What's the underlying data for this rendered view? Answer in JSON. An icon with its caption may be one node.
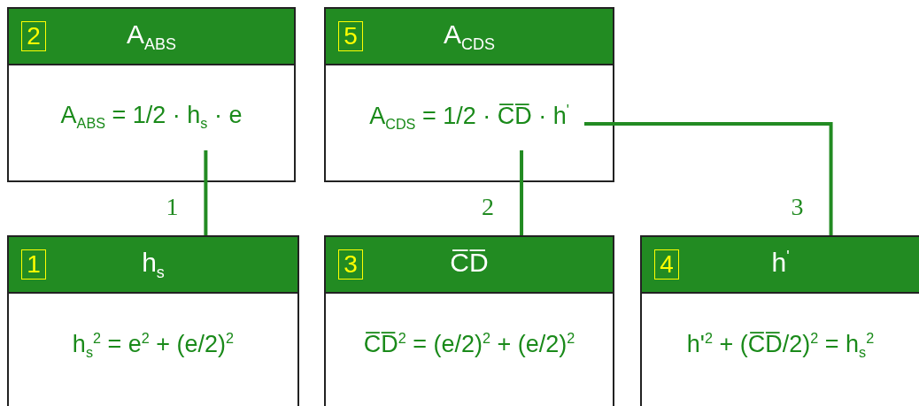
{
  "diagram": {
    "nodes": [
      {
        "text": [
          "2",
          "A$_{ABS}$",
          "A$_{ABS}$ = 1/2 · h$_{s}$ · e"
        ]
      },
      {
        "text": [
          "5",
          "A$_{CDS}$",
          "A$_{CDS}$ = 1/2 · C̅D̅ · h$^{'}$"
        ]
      },
      {
        "text": [
          "1",
          "h$_{s}$",
          "h$_{s}$$^{2}$ = e$^{2}$ + (e/2)$^{2}$"
        ]
      },
      {
        "text": [
          "3",
          "C̅D̅",
          "C̅D̅$^{2}$ = (e/2)$^{2}$ + (e/2)$^{2}$"
        ]
      },
      {
        "text": [
          "4",
          "h$^{'}$",
          "h'$^{2}$ + (C̅D̅/2)$^{2}$ = h$_{s}$$^{2}$"
        ]
      }
    ],
    "edges": [
      {
        "from": 0,
        "to": 2,
        "arrow": "none",
        "label": "1"
      },
      {
        "from": 1,
        "to": 3,
        "arrow": "none",
        "label": "2"
      },
      {
        "from": 1,
        "to": 4,
        "arrow": "none",
        "label": "3"
      }
    ]
  }
}
